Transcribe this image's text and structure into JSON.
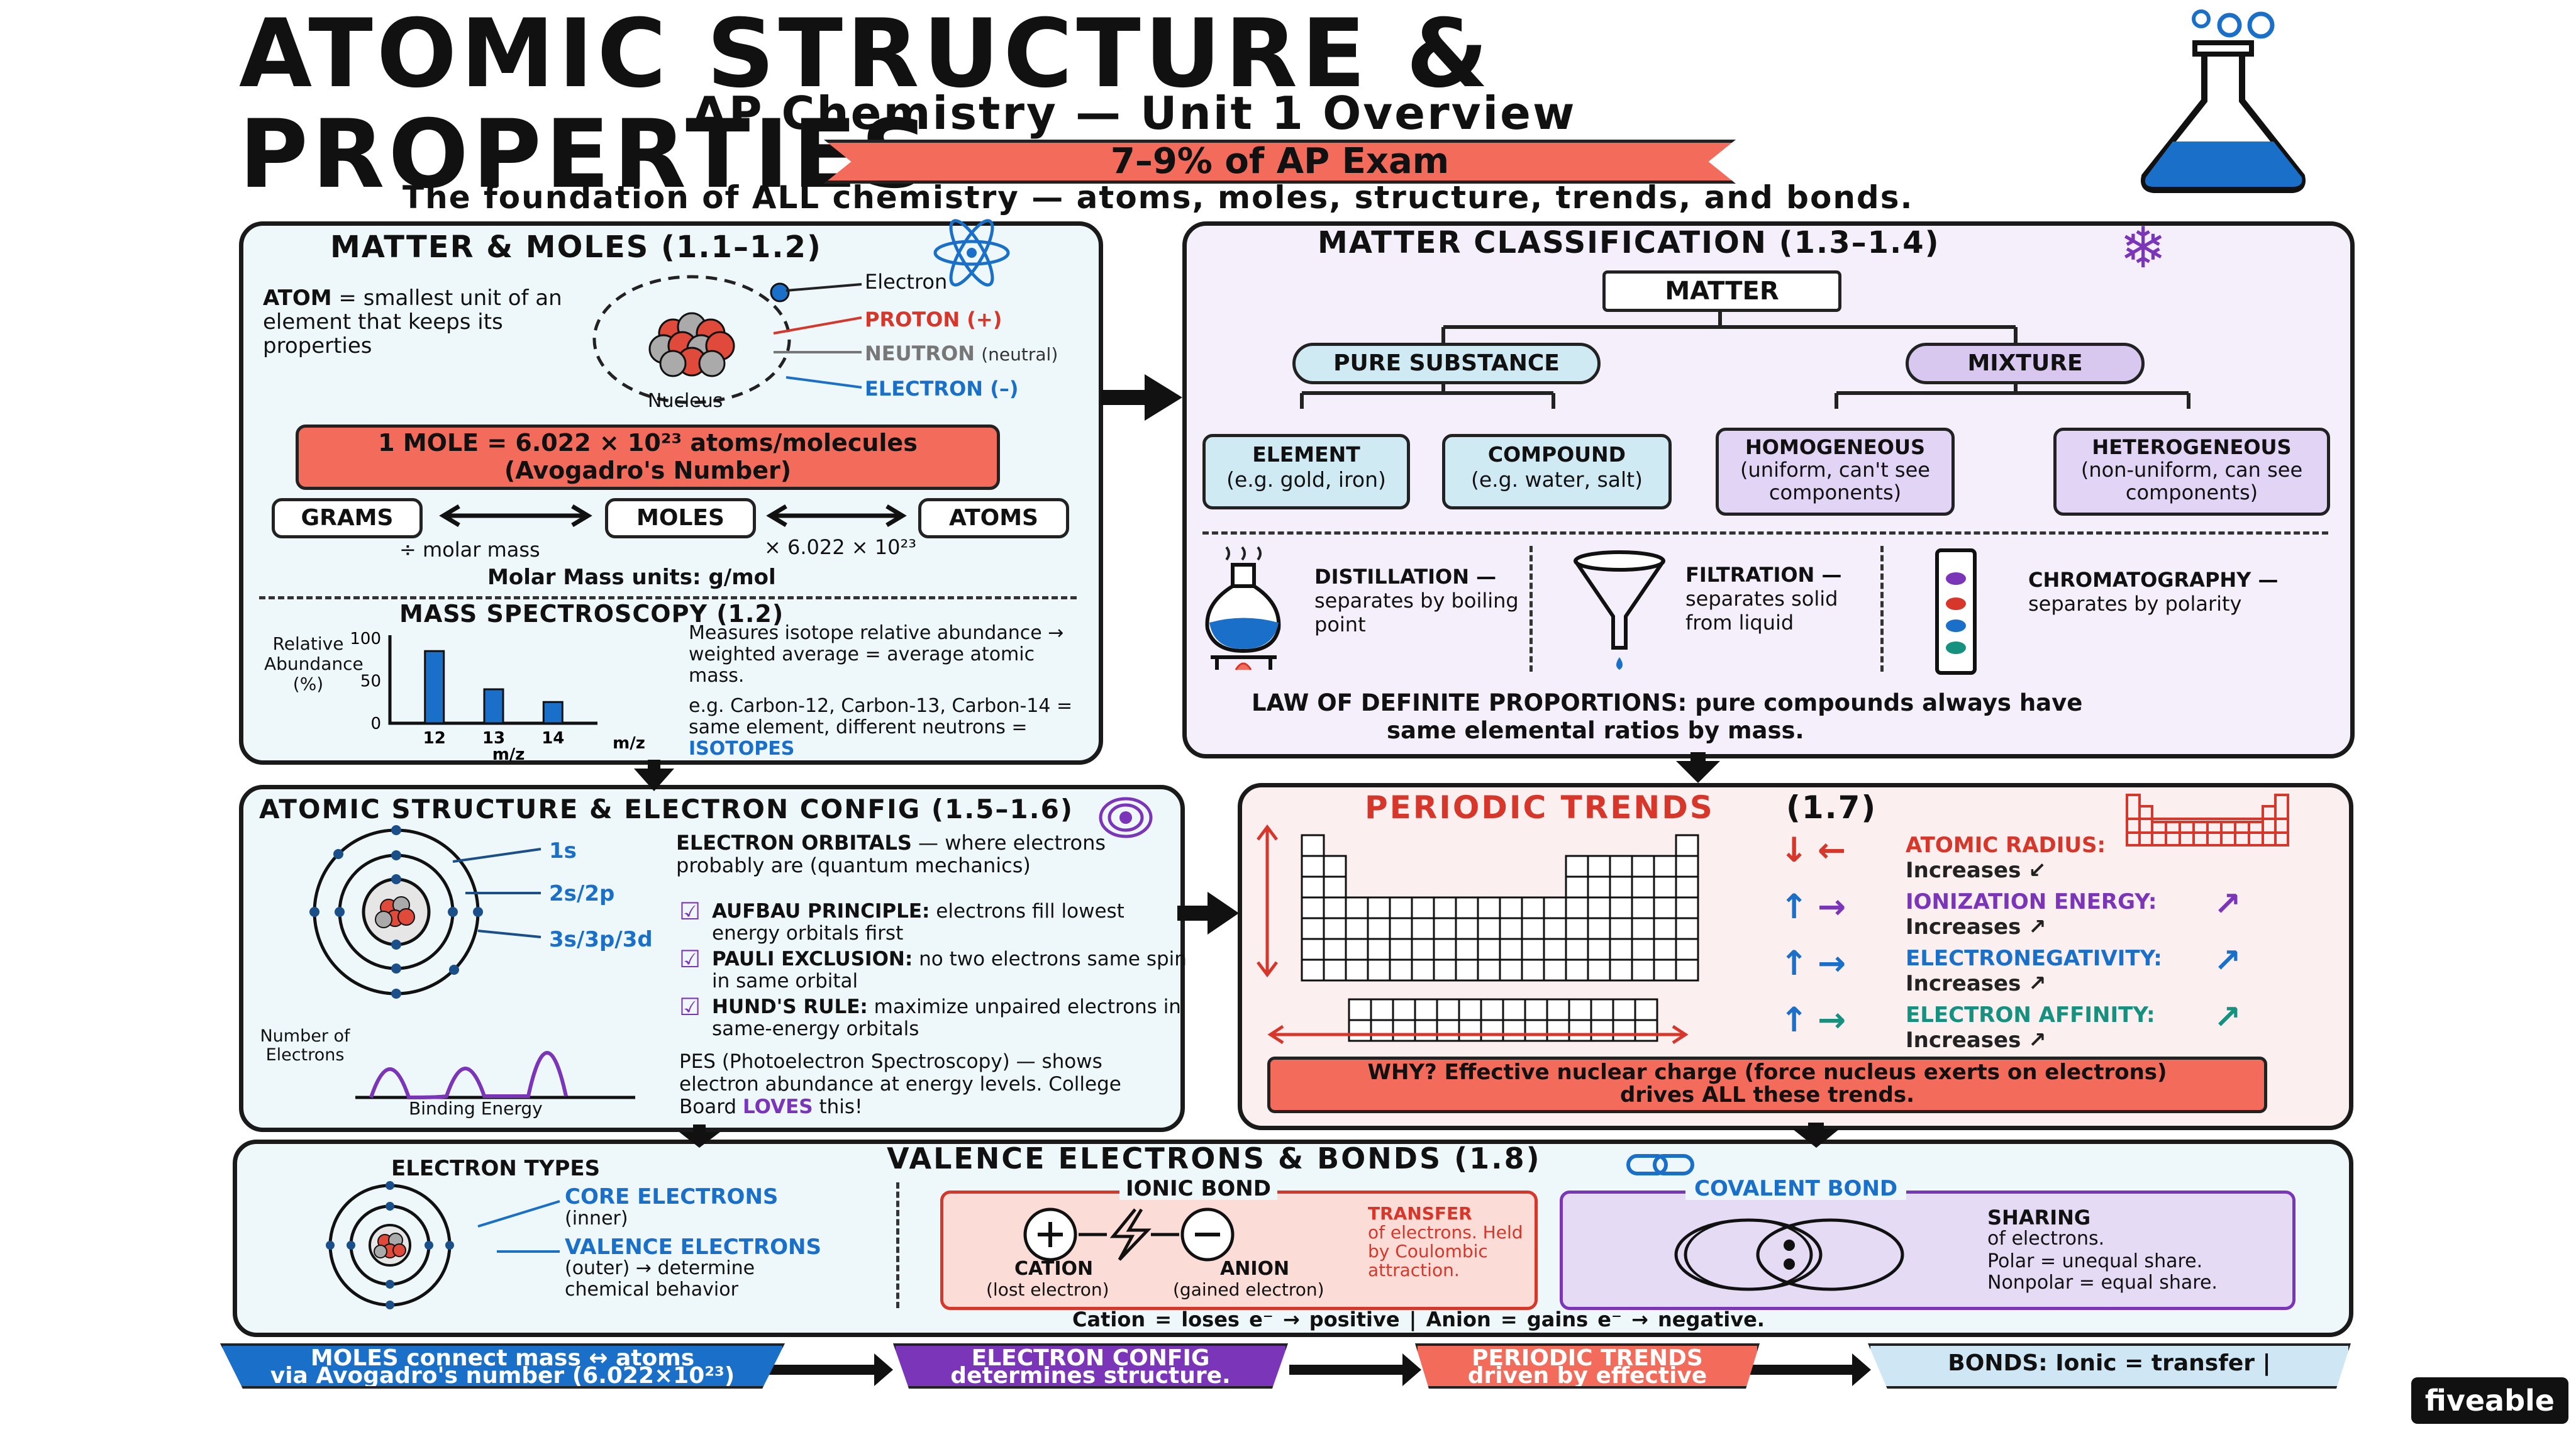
{
  "header": {
    "title": "ATOMIC STRUCTURE & PROPERTIES",
    "subtitle": "AP Chemistry — Unit 1 Overview",
    "banner": "7–9% of AP Exam",
    "tagline": "The foundation of ALL chemistry — atoms, moles, structure, trends, and bonds."
  },
  "matter_moles": {
    "title": "MATTER & MOLES (1.1–1.2)",
    "atom_def_bold": "ATOM",
    "atom_def": "= smallest unit of an element that keeps its properties",
    "labels": {
      "electron": "Electron",
      "proton": "PROTON (+)",
      "neutron": "NEUTRON",
      "neutral": "(neutral)",
      "electron2": "ELECTRON (–)",
      "nucleus": "Nucleus"
    },
    "mole_line1": "1 MOLE = 6.022 × 10²³ atoms/molecules",
    "mole_line2": "(Avogadro's Number)",
    "grams": "GRAMS",
    "moles": "MOLES",
    "atoms": "ATOMS",
    "div_molar": "÷ molar mass",
    "times_avogadro": "× 6.022 × 10²³",
    "molar_units": "Molar Mass units: g/mol",
    "ms_title": "MASS SPECTROSCOPY (1.2)",
    "ms_ylabel": "Relative Abundance (%)",
    "ms_y_ticks": [
      "100",
      "50",
      "0"
    ],
    "ms_x_ticks": [
      "12",
      "13",
      "14"
    ],
    "ms_xlabel": "m/z",
    "ms_text": "Measures isotope relative abundance → weighted average = average atomic mass.",
    "ms_example": "e.g. Carbon-12, Carbon-13, Carbon-14 = same element, different neutrons =",
    "ms_isotopes": "ISOTOPES"
  },
  "chart_data": {
    "type": "bar",
    "categories": [
      "12",
      "13",
      "14"
    ],
    "values": [
      85,
      40,
      25
    ],
    "xlabel": "m/z",
    "ylabel": "Relative Abundance (%)",
    "ylim": [
      0,
      100
    ]
  },
  "classification": {
    "title": "MATTER CLASSIFICATION (1.3–1.4)",
    "matter": "MATTER",
    "pure": "PURE SUBSTANCE",
    "mixture": "MIXTURE",
    "element": "ELEMENT",
    "element_ex": "(e.g. gold, iron)",
    "compound": "COMPOUND",
    "compound_ex": "(e.g. water, salt)",
    "homo": "HOMOGENEOUS",
    "homo_ex": "(uniform, can't see components)",
    "hetero": "HETEROGENEOUS",
    "hetero_ex": "(non-uniform, can see components)",
    "distillation": "DISTILLATION —",
    "distillation_desc": "separates by boiling point",
    "filtration": "FILTRATION —",
    "filtration_desc": "separates solid from liquid",
    "chromatography": "CHROMATOGRAPHY —",
    "chromatography_desc": "separates by polarity",
    "law": "LAW OF DEFINITE PROPORTIONS: pure compounds always have",
    "law2": "same elemental ratios by mass."
  },
  "structure": {
    "title": "ATOMIC STRUCTURE & ELECTRON CONFIG (1.5–1.6)",
    "shells": [
      "1s",
      "2s/2p",
      "3s/3p/3d"
    ],
    "orbitals_bold": "ELECTRON ORBITALS",
    "orbitals_text": "— where electrons probably are (quantum mechanics)",
    "aufbau_bold": "AUFBAU PRINCIPLE:",
    "aufbau": "electrons fill lowest energy orbitals first",
    "pauli_bold": "PAULI EXCLUSION:",
    "pauli": "no two electrons same spin in same orbital",
    "hund_bold": "HUND'S RULE:",
    "hund": "maximize unpaired electrons in same-energy orbitals",
    "pes_ylabel": "Number of Electrons",
    "pes_xlabel": "Binding Energy",
    "pes_text": "PES (Photoelectron Spectroscopy) — shows electron abundance at energy levels. College Board",
    "pes_loves": "LOVES",
    "pes_end": "this!"
  },
  "trends": {
    "title": "PERIODIC TRENDS",
    "code": "(1.7)",
    "items": [
      {
        "name": "ATOMIC RADIUS:",
        "note": "Increases ↙",
        "color": "#d7372a"
      },
      {
        "name": "IONIZATION ENERGY:",
        "note": "Increases ↗",
        "color": "#7a35b8"
      },
      {
        "name": "ELECTRONEGATIVITY:",
        "note": "Increases ↗",
        "color": "#1a6fc9"
      },
      {
        "name": "ELECTRON AFFINITY:",
        "note": "Increases ↗",
        "color": "#16907f"
      }
    ],
    "why": "WHY? Effective nuclear charge (force nucleus exerts on electrons)",
    "why2": "drives ALL these trends."
  },
  "bonds": {
    "title": "VALENCE ELECTRONS & BONDS (1.8)",
    "etypes": "ELECTRON TYPES",
    "core": "CORE ELECTRONS",
    "core_sub": "(inner)",
    "valence": "VALENCE ELECTRONS",
    "valence_sub": "(outer) → determine chemical behavior",
    "ionic": "IONIC BOND",
    "cation": "CATION",
    "cation_sub": "(lost electron)",
    "anion": "ANION",
    "anion_sub": "(gained electron)",
    "transfer": "TRANSFER",
    "transfer_sub": "of electrons. Held by Coulombic attraction.",
    "covalent": "COVALENT BOND",
    "sharing": "SHARING",
    "sharing_sub": "of electrons.",
    "polar": "Polar = unequal share.",
    "nonpolar": "Nonpolar = equal share.",
    "ion_rule": "Cation = loses e⁻ → positive | Anion = gains e⁻ → negative."
  },
  "ribbons": [
    {
      "line1": "MOLES connect mass ↔ atoms",
      "line2": "via Avogadro's number (6.022×10²³)",
      "bg": "#1a6fc9"
    },
    {
      "line1": "ELECTRON CONFIG",
      "line2": "determines structure.",
      "bg": "#7a35b8"
    },
    {
      "line1": "PERIODIC TRENDS",
      "line2": "driven by effective",
      "bg": "#f26b5b"
    },
    {
      "line1": "BONDS: Ionic = transfer |",
      "line2": "",
      "bg": "#cfe7f5"
    }
  ],
  "logo": "fiveable"
}
